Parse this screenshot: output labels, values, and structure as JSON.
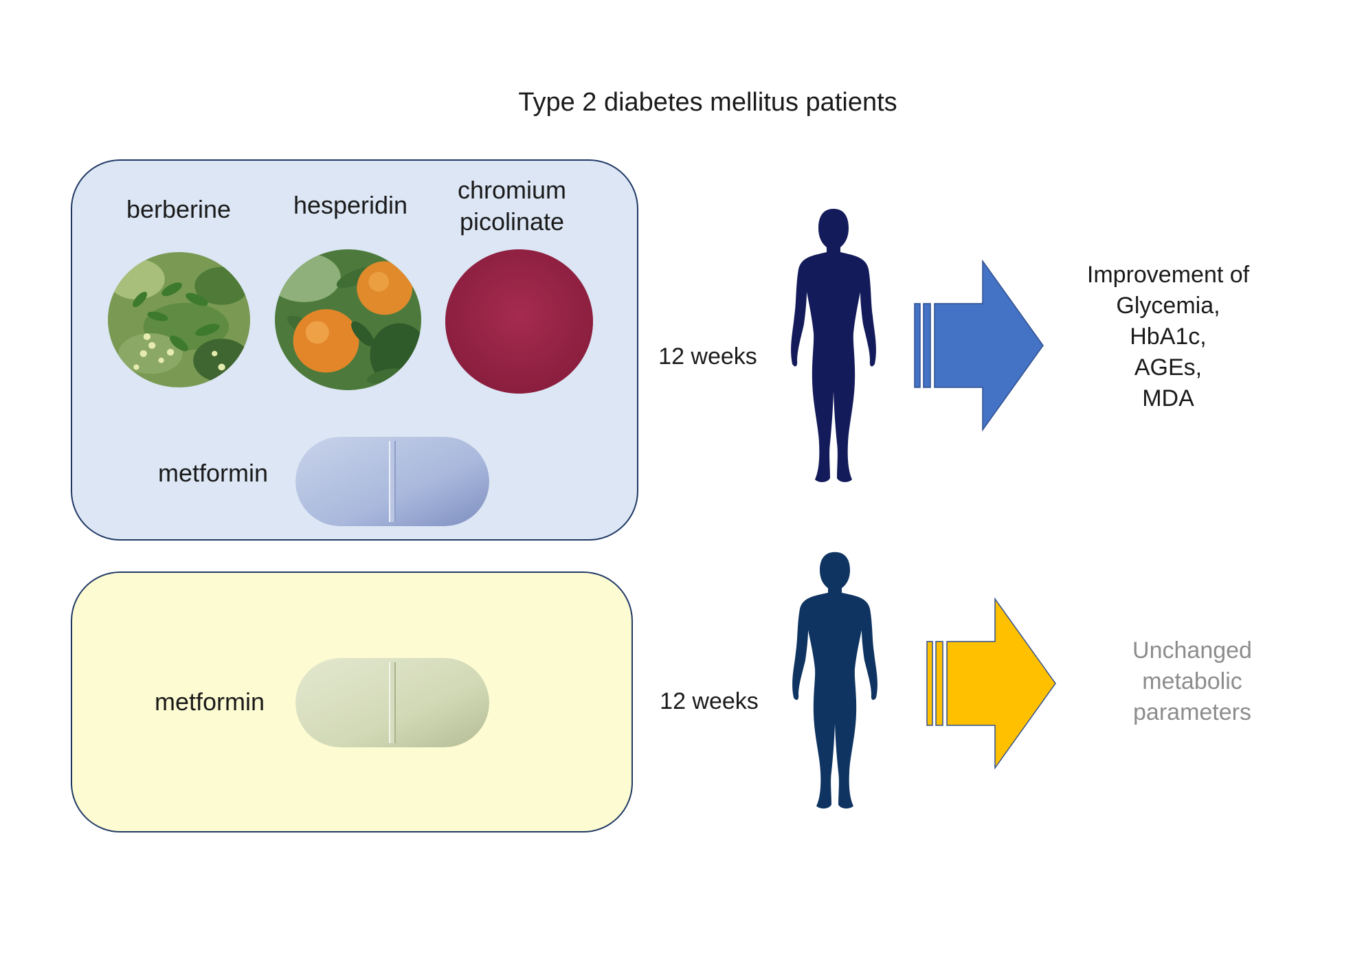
{
  "title": "Type 2 diabetes mellitus patients",
  "treatment_group": {
    "labels": {
      "berberine": "berberine",
      "hesperidin": "hesperidin",
      "chromium_line1": "chromium",
      "chromium_line2": "picolinate",
      "metformin": "metformin"
    },
    "duration": "12 weeks",
    "arrow_color": "#4472c4",
    "figure_color": "#141b5a",
    "outcome_lines": [
      "Improvement of",
      "Glycemia,",
      "HbA1c,",
      "AGEs,",
      "MDA"
    ]
  },
  "control_group": {
    "labels": {
      "metformin": "metformin"
    },
    "duration": "12 weeks",
    "arrow_color": "#ffc000",
    "figure_color": "#0f3461",
    "outcome_lines": [
      "Unchanged",
      "metabolic",
      "parameters"
    ]
  },
  "colors": {
    "panel_treatment": "#dce6f4",
    "panel_control": "#fdfbd2",
    "panel_border": "#1f3864",
    "chromium_disc": "#9c2548"
  }
}
